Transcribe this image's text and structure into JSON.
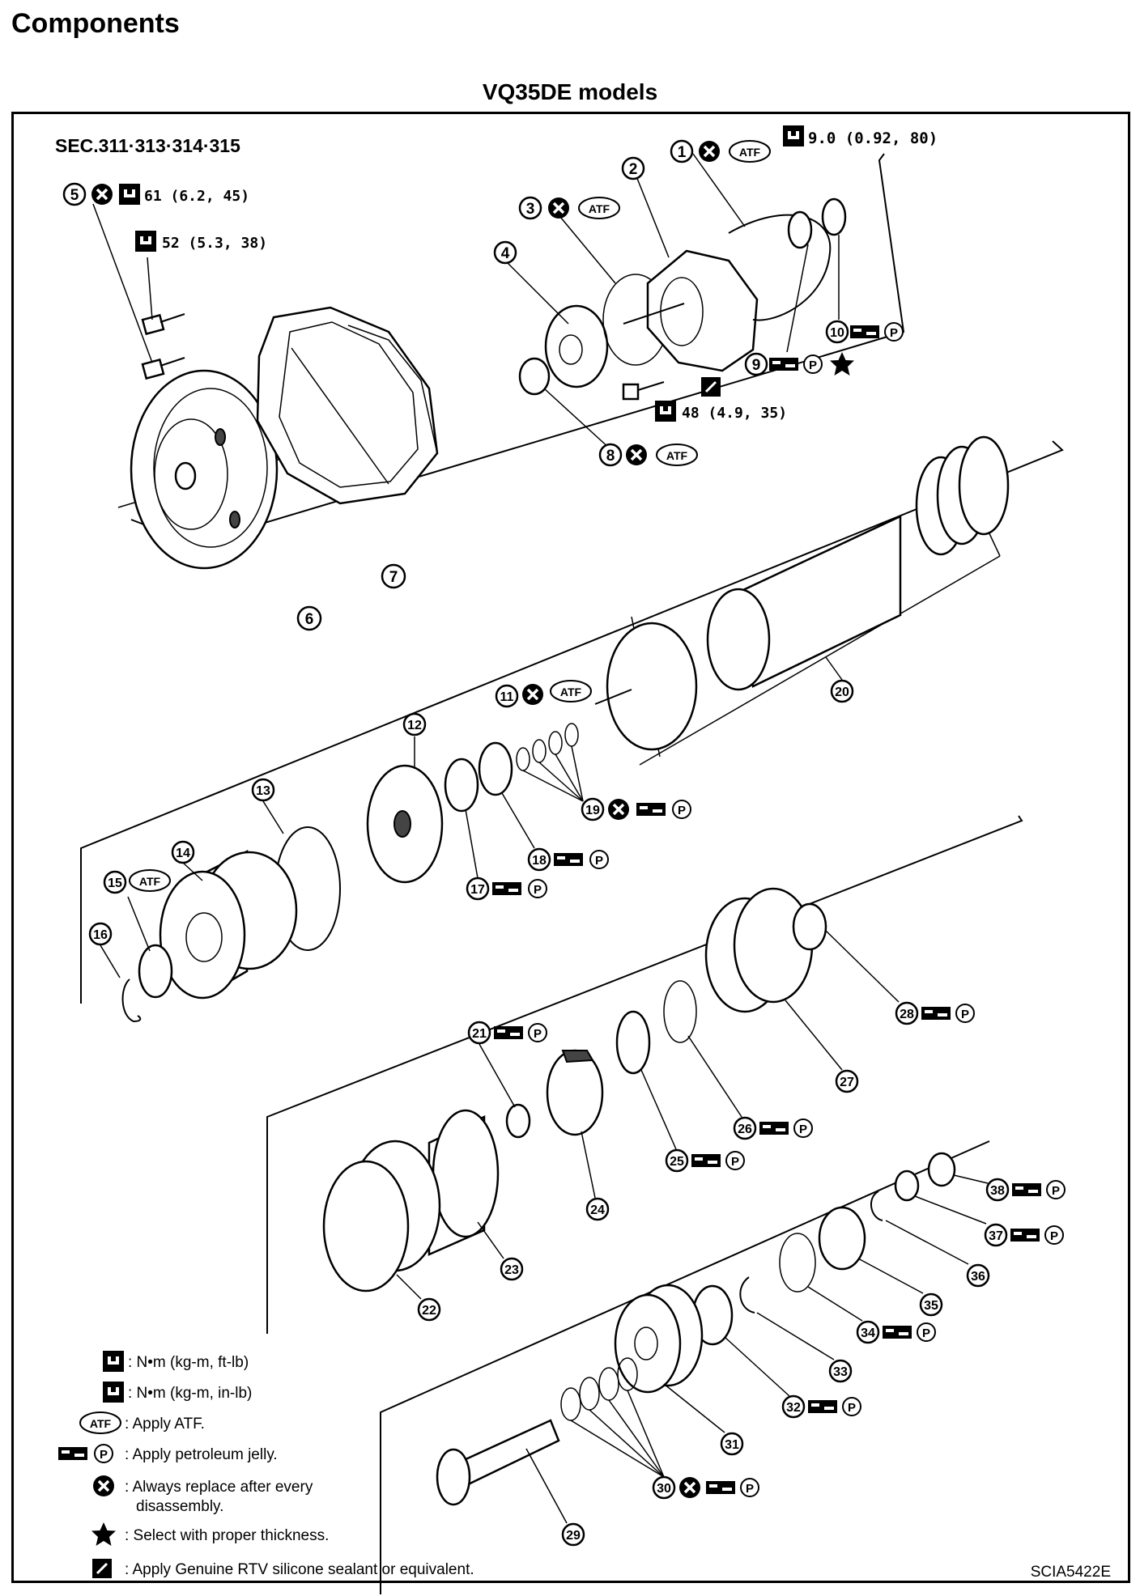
{
  "page_title": "Components",
  "diagram_title": "VQ35DE models",
  "section_ref": "SEC.311·313·314·315",
  "image_code": "SCIA5422E",
  "torques": {
    "t1": "9.0  (0.92,  80)",
    "t2": "61  (6.2,  45)",
    "t3": "52  (5.3,  38)",
    "t4": "48  (4.9,  35)"
  },
  "atf_badge": "ATF",
  "p_badge": "P",
  "callouts": [
    "1",
    "2",
    "3",
    "4",
    "5",
    "6",
    "7",
    "8",
    "9",
    "10",
    "11",
    "12",
    "13",
    "14",
    "15",
    "16",
    "17",
    "18",
    "19",
    "20",
    "21",
    "22",
    "23",
    "24",
    "25",
    "26",
    "27",
    "28",
    "29",
    "30",
    "31",
    "32",
    "33",
    "34",
    "35",
    "36",
    "37",
    "38"
  ],
  "legend": {
    "torque_ftlb": ":  N•m   (kg-m,   ft-lb)",
    "torque_inlb": ":  N•m   (kg-m,   in-lb)",
    "atf": ": Apply ATF.",
    "petroleum": ": Apply petroleum jelly.",
    "replace_1": ": Always replace after every",
    "replace_2": "disassembly.",
    "thickness": ": Select with proper thickness.",
    "sealant": ":  Apply Genuine RTV silicone sealant or equivalent."
  }
}
